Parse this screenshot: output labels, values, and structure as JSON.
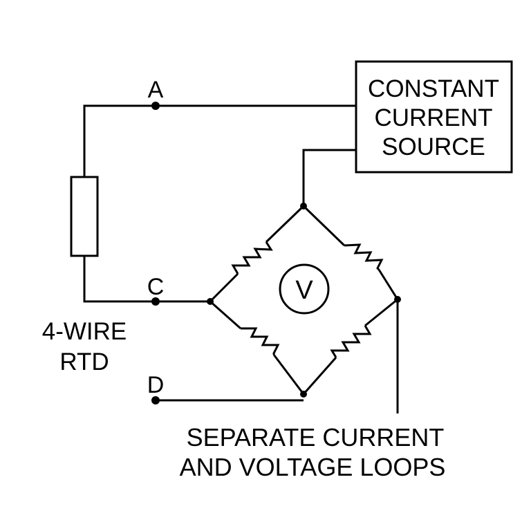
{
  "diagram": {
    "source_box": {
      "line1": "CONSTANT",
      "line2": "CURRENT",
      "line3": "SOURCE"
    },
    "terminals": {
      "a": "A",
      "c": "C",
      "d": "D"
    },
    "rtd_label": {
      "line1": "4-WIRE",
      "line2": "RTD"
    },
    "meter_symbol": "V",
    "caption": {
      "line1": "SEPARATE CURRENT",
      "line2": "AND VOLTAGE LOOPS"
    }
  }
}
